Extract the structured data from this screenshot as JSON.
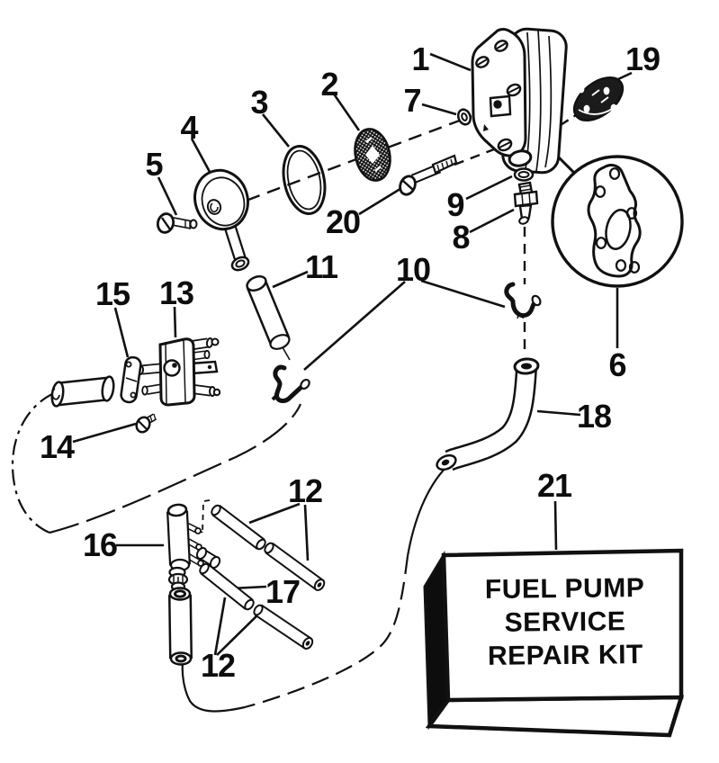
{
  "page": {
    "type": "exploded parts diagram",
    "background": "#ffffff",
    "ink": "#0d0d0d"
  },
  "callouts": {
    "c1": {
      "label": "1"
    },
    "c2": {
      "label": "2"
    },
    "c3": {
      "label": "3"
    },
    "c4": {
      "label": "4"
    },
    "c5": {
      "label": "5"
    },
    "c6": {
      "label": "6"
    },
    "c7": {
      "label": "7"
    },
    "c8": {
      "label": "8"
    },
    "c9": {
      "label": "9"
    },
    "c10": {
      "label": "10"
    },
    "c11": {
      "label": "11"
    },
    "c12a": {
      "label": "12"
    },
    "c12b": {
      "label": "12"
    },
    "c13": {
      "label": "13"
    },
    "c14": {
      "label": "14"
    },
    "c15": {
      "label": "15"
    },
    "c16": {
      "label": "16"
    },
    "c17": {
      "label": "17"
    },
    "c18": {
      "label": "18"
    },
    "c19": {
      "label": "19"
    },
    "c20": {
      "label": "20"
    },
    "c21": {
      "label": "21"
    }
  },
  "kit_box": {
    "line1": "FUEL PUMP",
    "line2": "SERVICE",
    "line3": "REPAIR KIT"
  }
}
